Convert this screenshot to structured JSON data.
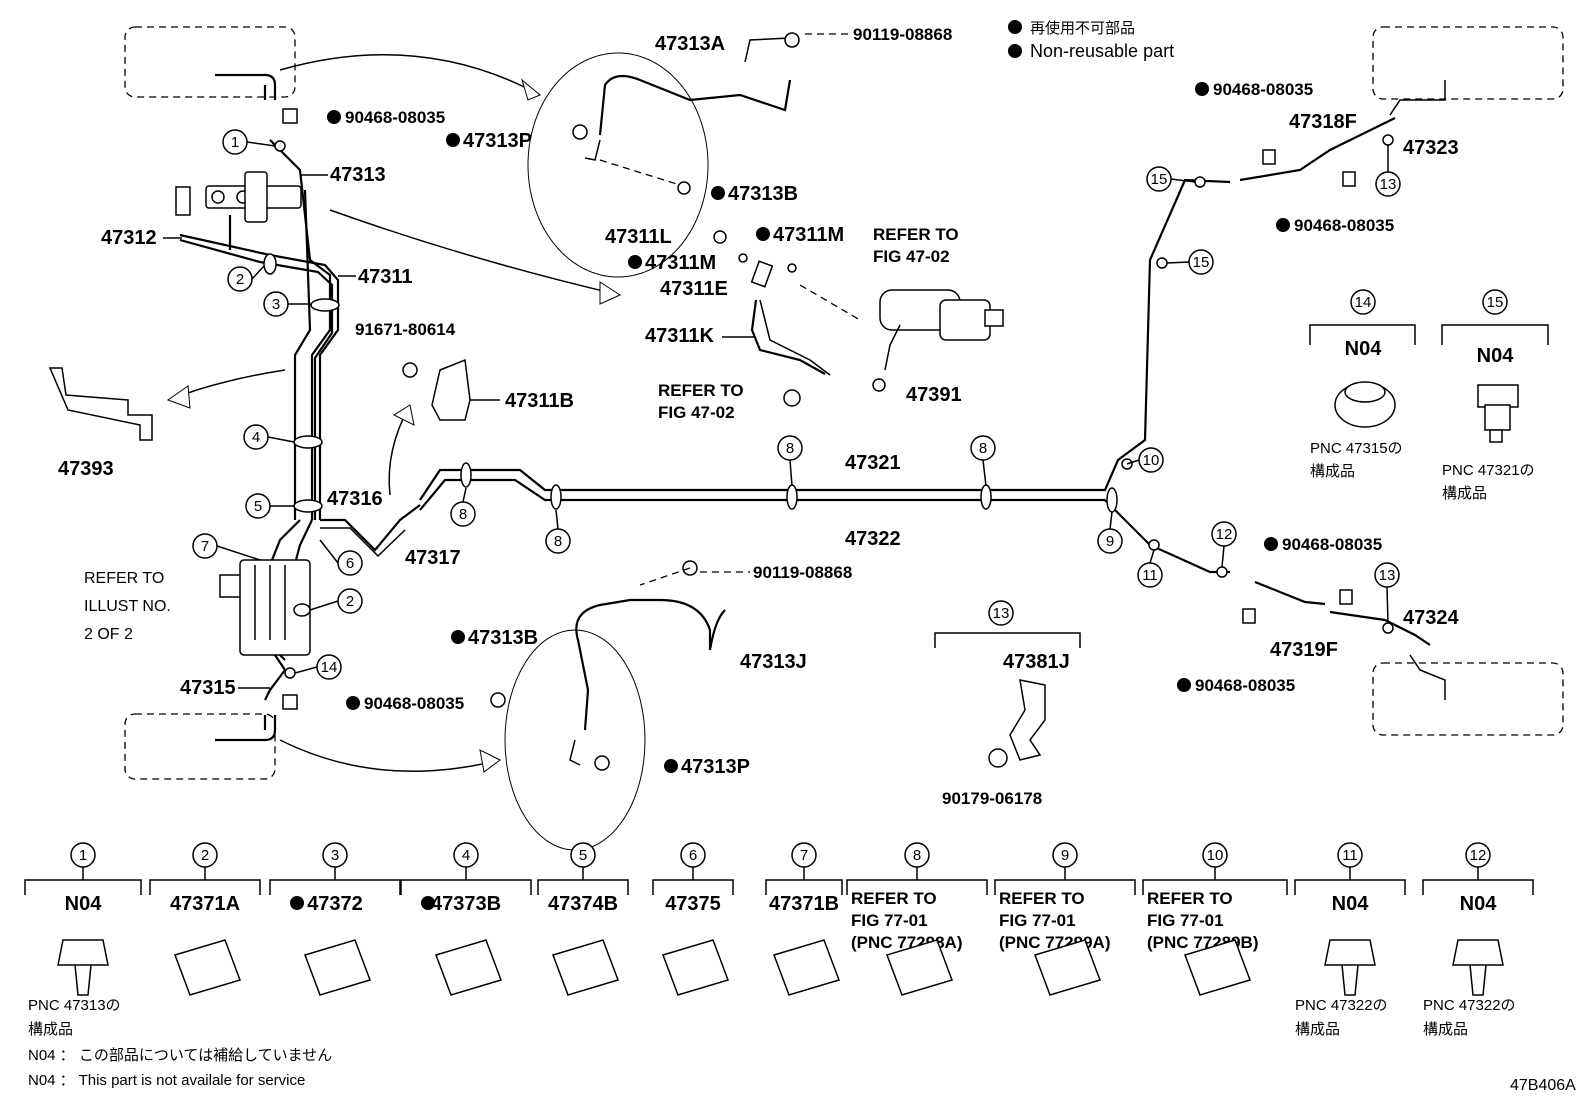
{
  "legend": {
    "jp": "再使用不可部品",
    "en": "Non-reusable part"
  },
  "figure_code": "47B406A",
  "labels": {
    "p47313A": "47313A",
    "p90119_a": "90119-08868",
    "p47313P_top": "47313P",
    "p47313B_top": "47313B",
    "p90468_1": "90468-08035",
    "p47313": "47313",
    "p47312": "47312",
    "p47311": "47311",
    "p47311L": "47311L",
    "p47311M_a": "47311M",
    "p47311M_b": "47311M",
    "p47311E": "47311E",
    "refer_fig_4702_a": "REFER TO",
    "refer_fig_4702_a2": "FIG 47-02",
    "p47311K": "47311K",
    "refer_fig_4702_b": "REFER TO",
    "refer_fig_4702_b2": "FIG 47-02",
    "p47391": "47391",
    "p91671": "91671-80614",
    "p47311B": "47311B",
    "p47393": "47393",
    "p47316": "47316",
    "p47317": "47317",
    "p47321": "47321",
    "p47322": "47322",
    "refer_illust_1": "REFER TO",
    "refer_illust_2": "ILLUST NO.",
    "refer_illust_3": "2 OF 2",
    "p47315": "47315",
    "p90468_2": "90468-08035",
    "p47313B_bot": "47313B",
    "p90119_b": "90119-08868",
    "p47313J": "47313J",
    "p47313P_bot": "47313P",
    "p90468_3": "90468-08035",
    "p47318F": "47318F",
    "p47323": "47323",
    "p90468_4": "90468-08035",
    "p90468_5": "90468-08035",
    "p47324": "47324",
    "p47319F": "47319F",
    "p90468_6": "90468-08035",
    "p47381J": "47381J",
    "p90179": "90179-06178"
  },
  "callout_numbers": [
    "1",
    "2",
    "3",
    "4",
    "5",
    "6",
    "7",
    "8",
    "9",
    "10",
    "11",
    "12",
    "13",
    "14",
    "15"
  ],
  "side_parts": {
    "c14": {
      "num": "14",
      "code": "N04",
      "note1": "PNC 47315の",
      "note2": "構成品"
    },
    "c15": {
      "num": "15",
      "code": "N04",
      "note1": "PNC 47321の",
      "note2": "構成品"
    },
    "c13": {
      "num": "13",
      "code": "47381J"
    }
  },
  "bottom_parts": [
    {
      "num": "1",
      "code": "N04",
      "note1": "PNC 47313の",
      "note2": "構成品"
    },
    {
      "num": "2",
      "code": "47371A"
    },
    {
      "num": "3",
      "code": "47372"
    },
    {
      "num": "4",
      "code": "47373B"
    },
    {
      "num": "5",
      "code": "47374B"
    },
    {
      "num": "6",
      "code": "47375"
    },
    {
      "num": "7",
      "code": "47371B"
    },
    {
      "num": "8",
      "code": "REFER TO",
      "code2": "FIG 77-01",
      "code3": "(PNC 77298A)"
    },
    {
      "num": "9",
      "code": "REFER TO",
      "code2": "FIG 77-01",
      "code3": "(PNC 77299A)"
    },
    {
      "num": "10",
      "code": "REFER TO",
      "code2": "FIG 77-01",
      "code3": "(PNC 77289B)"
    },
    {
      "num": "11",
      "code": "N04",
      "note1": "PNC 47322の",
      "note2": "構成品"
    },
    {
      "num": "12",
      "code": "N04",
      "note1": "PNC 47322の",
      "note2": "構成品"
    }
  ],
  "footnotes": {
    "jp": "N04 ： この部品については補給していません",
    "en": "N04 ： This part is not availale for service"
  }
}
